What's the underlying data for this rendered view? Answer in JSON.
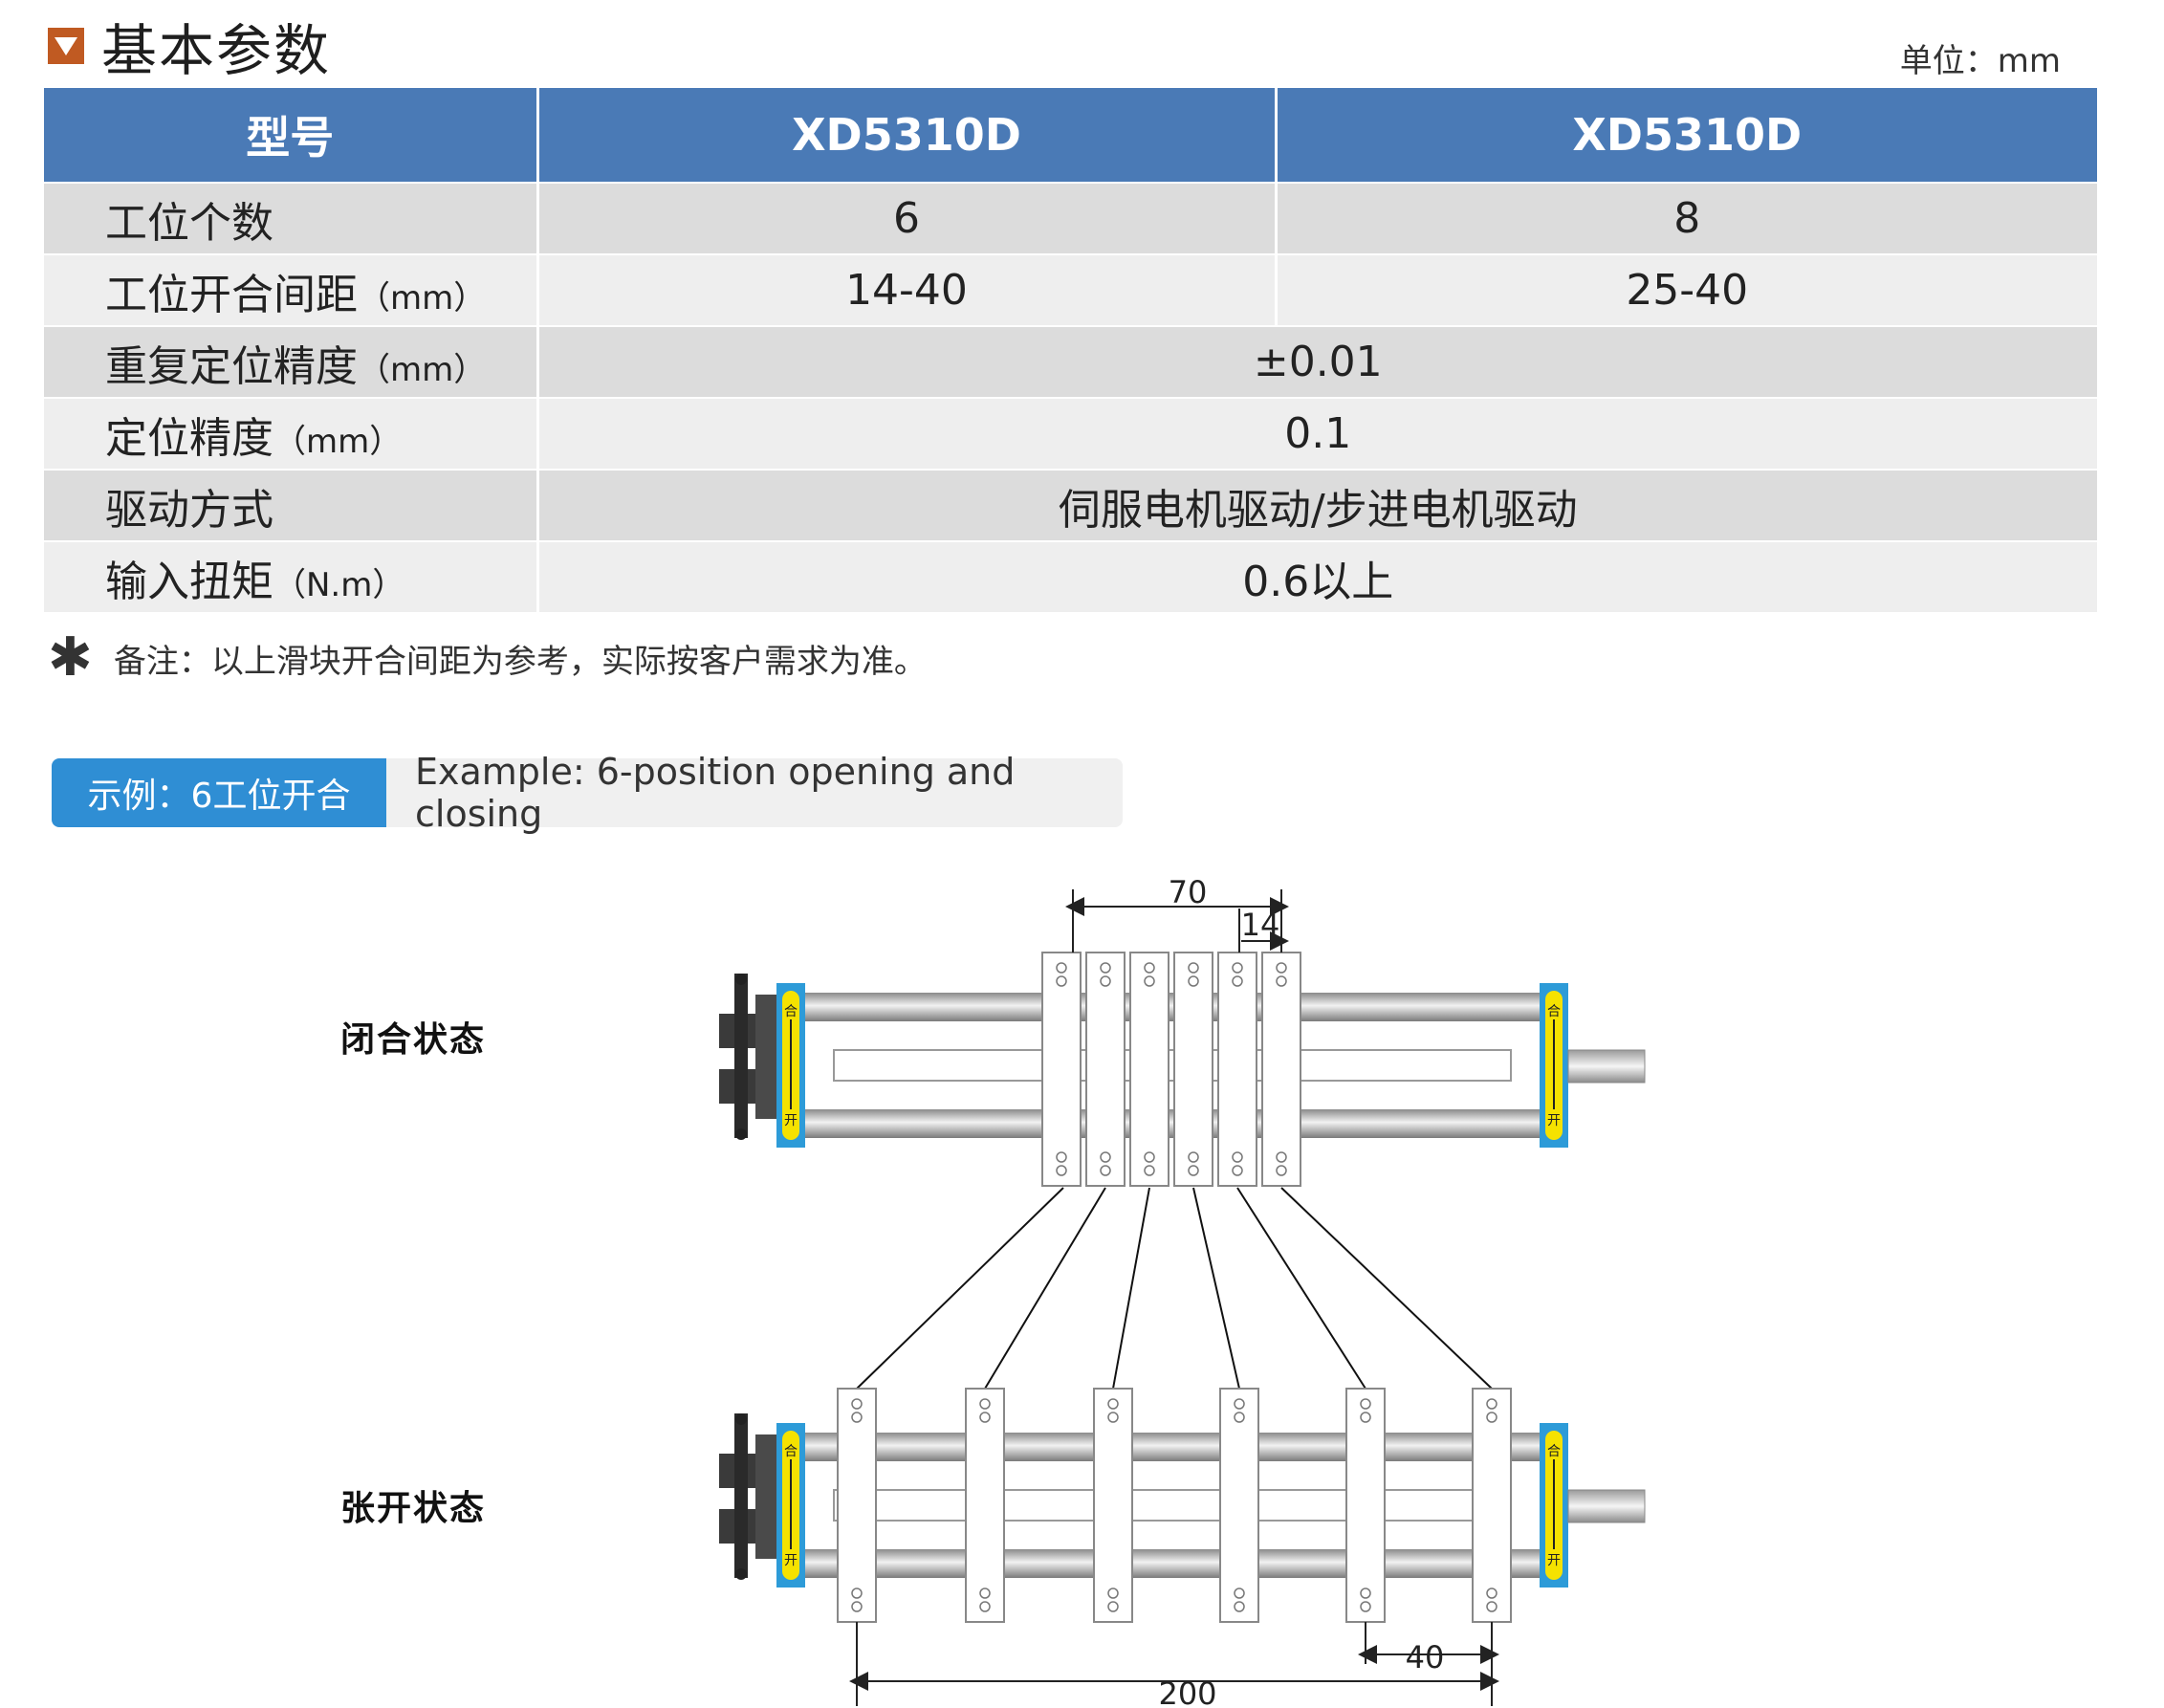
{
  "section": {
    "title": "基本参数",
    "unit": "单位：mm"
  },
  "table": {
    "header": [
      "型号",
      "XD5310D",
      "XD5310D"
    ],
    "rows": [
      {
        "label": "工位个数",
        "suffix": "",
        "values": [
          "6",
          "8"
        ]
      },
      {
        "label": "工位开合间距",
        "suffix": "（mm）",
        "values": [
          "14-40",
          "25-40"
        ]
      },
      {
        "label": "重复定位精度",
        "suffix": "（mm）",
        "value": "±0.01"
      },
      {
        "label": "定位精度",
        "suffix": "（mm）",
        "value": "0.1"
      },
      {
        "label": "驱动方式",
        "suffix": "",
        "value": "伺服电机驱动/步进电机驱动"
      },
      {
        "label": "输入扭矩",
        "suffix": "（N.m）",
        "value": "0.6以上"
      }
    ]
  },
  "note": {
    "symbol": "✱",
    "text": "备注：以上滑块开合间距为参考，实际按客户需求为准。"
  },
  "example": {
    "tag": "示例：6工位开合",
    "english": "Example: 6-position opening and closing"
  },
  "states": {
    "closed": "闭合状态",
    "open": "张开状态"
  },
  "dimensions": {
    "closed_total": "70",
    "closed_pitch": "14",
    "open_pitch": "40",
    "open_total": "200"
  },
  "end_cap_labels": {
    "top": "合",
    "bottom": "开"
  },
  "colors": {
    "header_blue": "#4a7ab6",
    "tag_blue": "#2f8ed4",
    "accent_orange": "#c05a22",
    "end_cap_blue": "#2d9bd8",
    "end_cap_yellow": "#f5e200"
  }
}
